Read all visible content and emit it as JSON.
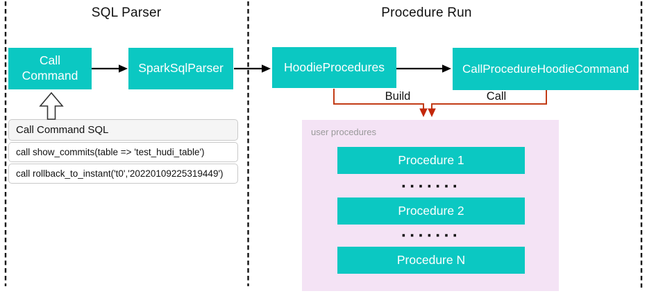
{
  "regions": {
    "sql_parser": {
      "title": "SQL Parser"
    },
    "procedure_run": {
      "title": "Procedure Run"
    }
  },
  "nodes": {
    "call_command": "Call\nCommand",
    "spark_sql_parser": "SparkSqlParser",
    "hoodie_procedures": "HoodieProcedures",
    "call_procedure_hoodie_command": "CallProcedureHoodieCommand"
  },
  "edge_labels": {
    "build": "Build",
    "call": "Call"
  },
  "sql_card": {
    "header": "Call Command SQL",
    "rows": [
      "call show_commits(table => 'test_hudi_table')",
      "call rollback_to_instant('t0','20220109225319449')"
    ]
  },
  "user_procedures": {
    "label": "user procedures",
    "items": [
      "Procedure 1",
      "Procedure 2",
      "Procedure N"
    ],
    "ellipsis": "·······"
  },
  "colors": {
    "node_fill": "#0bc8c2",
    "panel_fill": "#f4e3f5",
    "connector_orange": "#c23c16",
    "connector_black": "#000000",
    "muted_label": "#999999",
    "card_border": "#c9c9c9",
    "card_header_fill": "#f5f5f5"
  }
}
